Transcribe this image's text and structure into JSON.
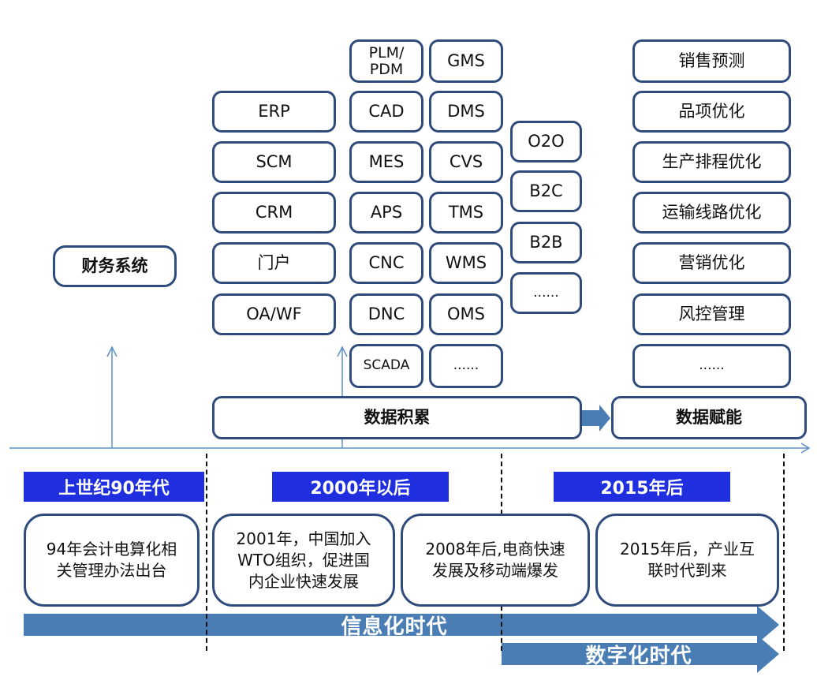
{
  "left_box": "财务系统",
  "col1": [
    "ERP",
    "SCM",
    "CRM",
    "门户",
    "OA/WF"
  ],
  "col2": [
    "PLM/\nPDM",
    "CAD",
    "MES",
    "APS",
    "CNC",
    "DNC",
    "SCADA"
  ],
  "col3": [
    "GMS",
    "DMS",
    "CVS",
    "TMS",
    "WMS",
    "OMS",
    "......"
  ],
  "col4": [
    "O2O",
    "B2C",
    "B2B",
    "......"
  ],
  "col5": [
    "销售预测",
    "品项优化",
    "生产排程优化",
    "运输线路优化",
    "营销优化",
    "风控管理",
    "......"
  ],
  "data_accumulation": "数据积累",
  "data_empowerment": "数据赋能",
  "eras": [
    "上世纪90年代",
    "2000年以后",
    "2015年后"
  ],
  "events": [
    "94年会计电算化相\n关管理办法出台",
    "2001年，中国加入\nWTO组织，促进国\n内企业快速发展",
    "2008年后,电商快速\n发展及移动端爆发",
    "2015年后，产业互\n联时代到来"
  ],
  "eras_arrows": {
    "information": "信息化时代",
    "digital": "数字化时代"
  },
  "colors": {
    "box_border": "#2f4b7c",
    "banner": "#1f2fe0",
    "arrow_fill": "#4a7db3",
    "timeline": "#5b8fc4"
  }
}
